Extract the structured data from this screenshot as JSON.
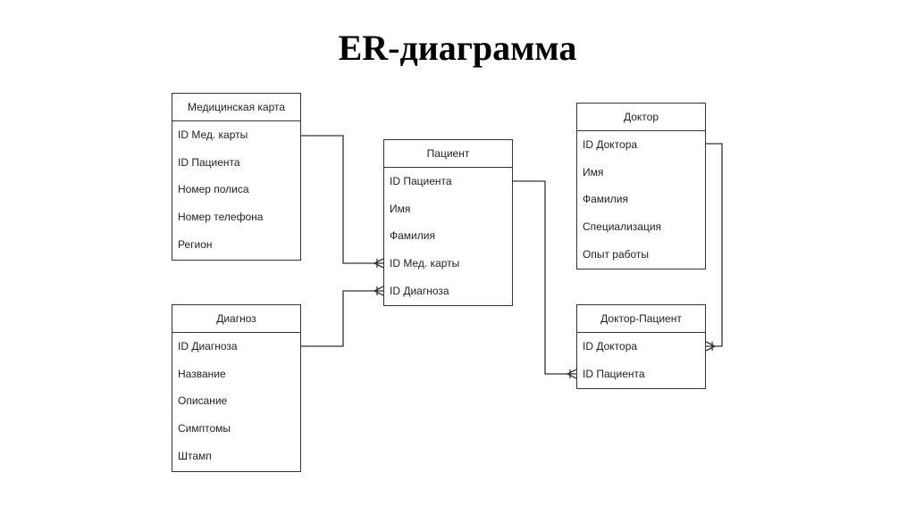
{
  "title": "ER-диаграмма",
  "entities": {
    "medcard": {
      "name": "Медицинская карта",
      "fields": [
        "ID Мед. карты",
        "ID Пациента",
        "Номер полиса",
        "Номер телефона",
        "Регион"
      ]
    },
    "diagnosis": {
      "name": "Диагноз",
      "fields": [
        "ID Диагноза",
        "Название",
        "Описание",
        "Симптомы",
        "Штамп"
      ]
    },
    "patient": {
      "name": "Пациент",
      "fields": [
        "ID Пациента",
        "Имя",
        "Фамилия",
        "ID Мед. карты",
        "ID Диагноза"
      ]
    },
    "doctor": {
      "name": "Доктор",
      "fields": [
        "ID Доктора",
        "Имя",
        "Фамилия",
        "Специализация",
        "Опыт работы"
      ]
    },
    "doctor_patient": {
      "name": "Доктор-Пациент",
      "fields": [
        "ID Доктора",
        "ID Пациента"
      ]
    }
  }
}
